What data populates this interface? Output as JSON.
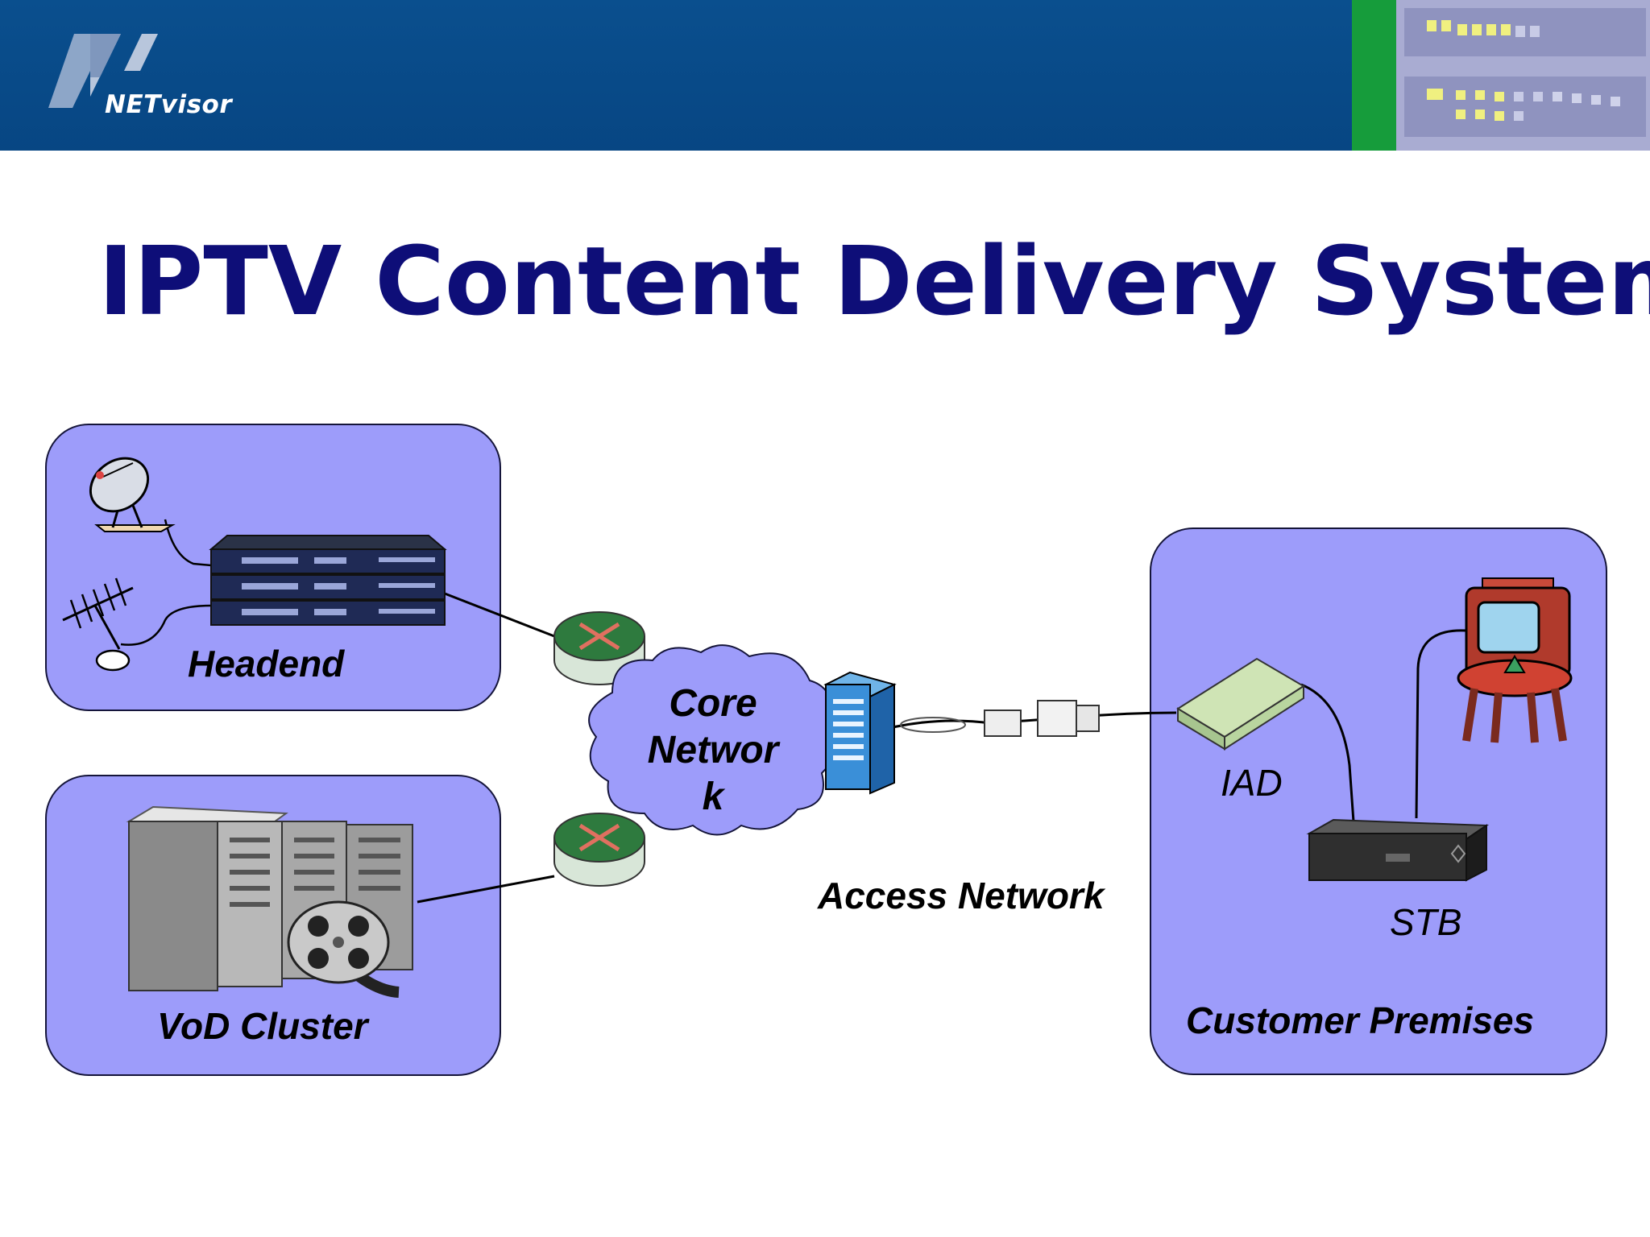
{
  "header": {
    "logo_text": "NETvisor"
  },
  "title": "IPTV Content Delivery System",
  "diagram": {
    "headend_label": "Headend",
    "vod_label": "VoD Cluster",
    "core_network_line1": "Core",
    "core_network_line2": "Networ",
    "core_network_line3": "k",
    "access_network_label": "Access Network",
    "customer_premises_label": "Customer Premises",
    "iad_label": "IAD",
    "stb_label": "STB"
  },
  "colors": {
    "banner": "#074683",
    "banner_accent": "#169c3b",
    "title": "#0e0e78",
    "box_fill": "#9d9cfa",
    "box_border": "#15153a"
  }
}
